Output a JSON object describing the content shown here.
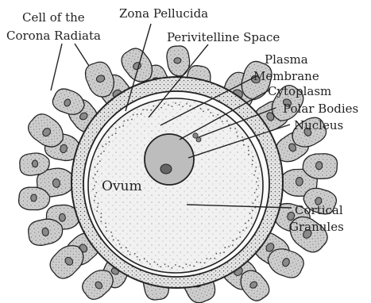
{
  "diagram": {
    "labels": {
      "corona_cell_line1": "Cell of the",
      "corona_cell_line2": "Corona Radiata",
      "zona_pellucida": "Zona Pellucida",
      "perivitelline_space": "Perivitelline Space",
      "plasma_membrane_line1": "Plasma",
      "plasma_membrane_line2": "Membrane",
      "cytoplasm": "Cytoplasm",
      "polar_bodies": "Polar Bodies",
      "nucleus": "Nucleus",
      "ovum": "Ovum",
      "cortical_granules_line1": "Cortical",
      "cortical_granules_line2": "Granules"
    },
    "colors": {
      "ink": "#222222",
      "cell_fill": "#cfcfcf",
      "zona_fill": "#e6e6e6",
      "cytoplasm_fill": "#f1f1f1",
      "nucleus_fill": "#bdbdbd"
    }
  }
}
